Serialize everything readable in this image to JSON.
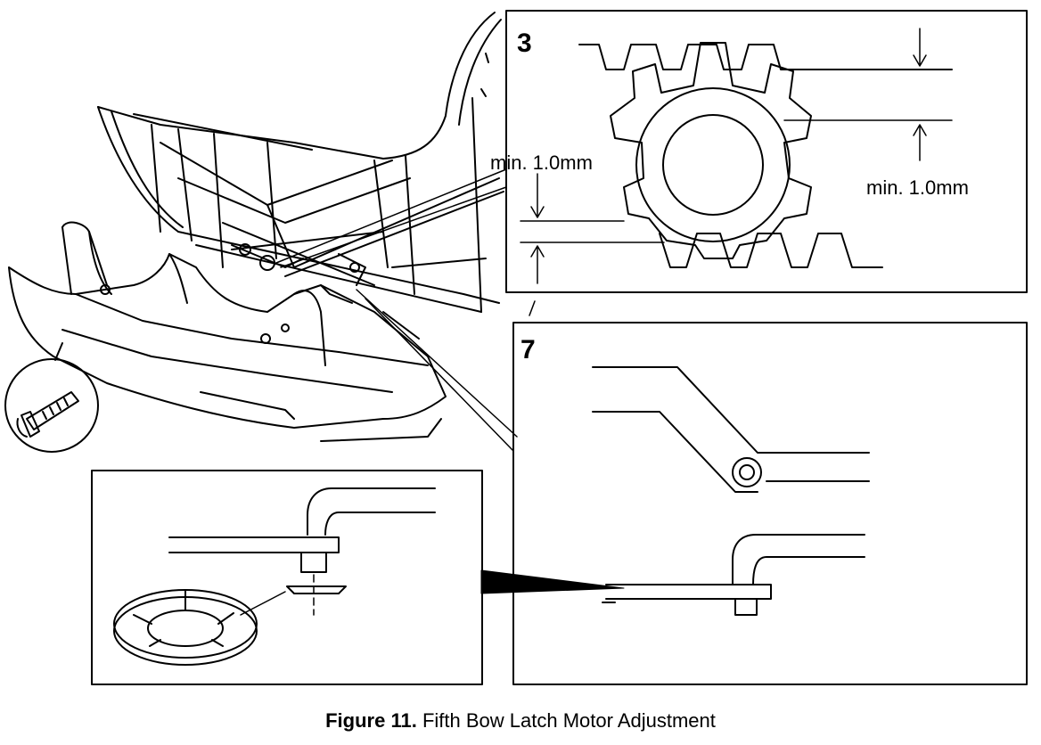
{
  "figure": {
    "caption_label": "Figure 11.",
    "caption_text": "Fifth Bow Latch Motor Adjustment"
  },
  "detail_3": {
    "number": "3",
    "left_dimension": "min. 1.0mm",
    "right_dimension": "min. 1.0mm"
  },
  "detail_7": {
    "number": "7"
  },
  "colors": {
    "line": "#000000",
    "background": "#ffffff"
  }
}
